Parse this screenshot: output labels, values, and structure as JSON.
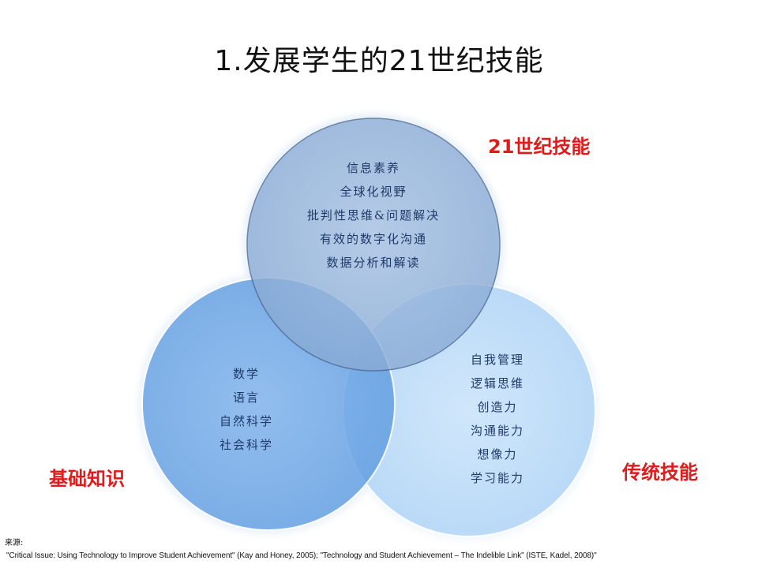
{
  "title": "1.发展学生的21世纪技能",
  "circles": {
    "top": {
      "label": "21世纪技能",
      "items": [
        "信息素养",
        "全球化视野",
        "批判性思维&问题解决",
        "有效的数字化沟通",
        "数据分析和解读"
      ]
    },
    "left": {
      "label": "基础知识",
      "items": [
        "数学",
        "语言",
        "自然科学",
        "社会科学"
      ]
    },
    "right": {
      "label": "传统技能",
      "items": [
        "自我管理",
        "逻辑思维",
        "创造力",
        "沟通能力",
        "想像力",
        "学习能力"
      ]
    }
  },
  "colors": {
    "label_red": "#e01b1b",
    "top_circle": "#8fb0d8",
    "left_circle": "#6aa5e6",
    "right_circle": "#bcdcf8"
  },
  "source": {
    "label": "来源:",
    "text": "\"Critical Issue:  Using Technology to Improve Student Achievement\" (Kay and Honey, 2005); \"Technology and Student Achievement – The Indelible Link\" (ISTE, Kadel, 2008)\""
  }
}
